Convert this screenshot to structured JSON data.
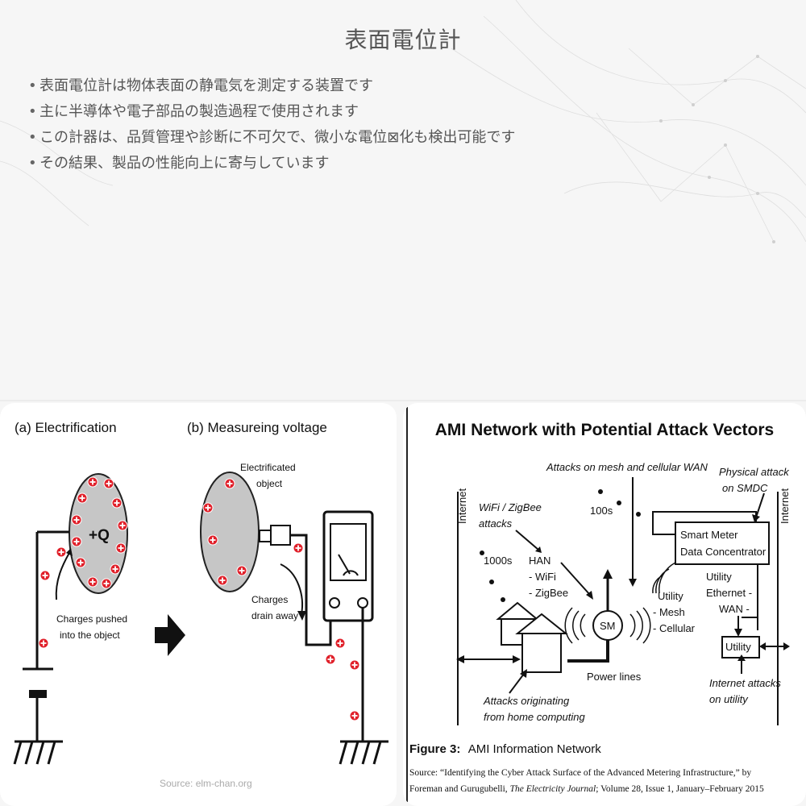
{
  "slide": {
    "title": "表面電位計",
    "bullets": [
      "表面電位計は物体表面の静電気を測定する装置です",
      "主に半導体や電子部品の製造過程で使用されます",
      "この計器は、品質管理や診断に不可欠で、微小な電位⊠化も検出可能です",
      "その結果、製品の性能向上に寄与しています"
    ]
  },
  "left_figure": {
    "panel_a_title": "(a) Electrification",
    "panel_b_title": "(b) Measureing voltage",
    "charge_label": "+Q",
    "charges_pushed_line1": "Charges pushed",
    "charges_pushed_line2": "into the object",
    "electrificated_line1": "Electrificated",
    "electrificated_line2": "object",
    "charges_drain_line1": "Charges",
    "charges_drain_line2": "drain away",
    "source": "Source: elm-chan.org"
  },
  "right_figure": {
    "title": "AMI Network with Potential Attack Vectors",
    "attacks_mesh": "Attacks on mesh and cellular WAN",
    "physical_attack_line1": "Physical attack",
    "physical_attack_line2": "on SMDC",
    "internet_left": "Internet",
    "internet_right": "Internet",
    "wifi_zigbee_line1": "WiFi / ZigBee",
    "wifi_zigbee_line2": "attacks",
    "count_100s": "100s",
    "count_1000s": "1000s",
    "han_lines": [
      "HAN",
      "- WiFi",
      "- ZigBee"
    ],
    "smdc_line1": "Smart Meter",
    "smdc_line2": "Data Concentrator",
    "utility_ethernet_lines": [
      "Utility",
      "Ethernet -",
      "WAN -"
    ],
    "sm_label": "SM",
    "utility_mesh_lines": [
      "Utility",
      "- Mesh",
      "- Cellular"
    ],
    "utility_box": "Utility",
    "power_lines": "Power lines",
    "attacks_home_line1": "Attacks originating",
    "attacks_home_line2": "from home computing",
    "internet_attacks_line1": "Internet attacks",
    "internet_attacks_line2": "on utility",
    "figure_caption_bold": "Figure 3:",
    "figure_caption_text": "AMI Information Network",
    "source_line1": "Source: “Identifying the Cyber Attack Surface of the Advanced Metering Infrastructure,” by",
    "source_line2_a": "Foreman and Gurugubelli, ",
    "source_line2_b": "The Electricity Journal",
    "source_line2_c": "; Volume 28, Issue 1, January–February 2015"
  }
}
